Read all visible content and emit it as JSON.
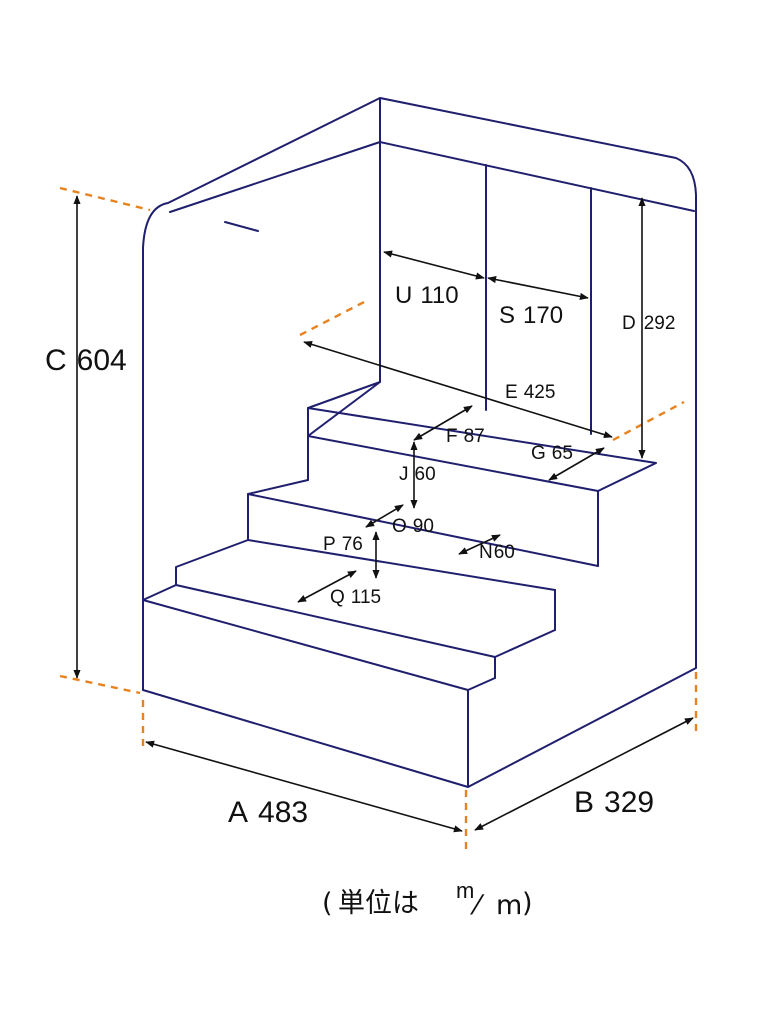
{
  "dimensions": {
    "A": {
      "letter": "A",
      "value": "483"
    },
    "B": {
      "letter": "B",
      "value": "329"
    },
    "C": {
      "letter": "C",
      "value": "604"
    },
    "D": {
      "letter": "D",
      "value": "292"
    },
    "E": {
      "letter": "E",
      "value": "425"
    },
    "F": {
      "letter": "F",
      "value": "87"
    },
    "G": {
      "letter": "G",
      "value": "65"
    },
    "J": {
      "letter": "J",
      "value": "60"
    },
    "N": {
      "letter": "N",
      "value": "60"
    },
    "O": {
      "letter": "O",
      "value": "90"
    },
    "P": {
      "letter": "P",
      "value": "76"
    },
    "Q": {
      "letter": "Q",
      "value": "115"
    },
    "S": {
      "letter": "S",
      "value": "170"
    },
    "U": {
      "letter": "U",
      "value": "110"
    }
  },
  "unit_note": {
    "open_paren": "(",
    "label": "単位は",
    "numerator": "m",
    "slash": "⁄",
    "denominator": "m",
    "close_paren": ")"
  },
  "colors": {
    "outline": "#1f1f6e",
    "extension_line": "#e8821e",
    "dimension_line": "#111111"
  }
}
